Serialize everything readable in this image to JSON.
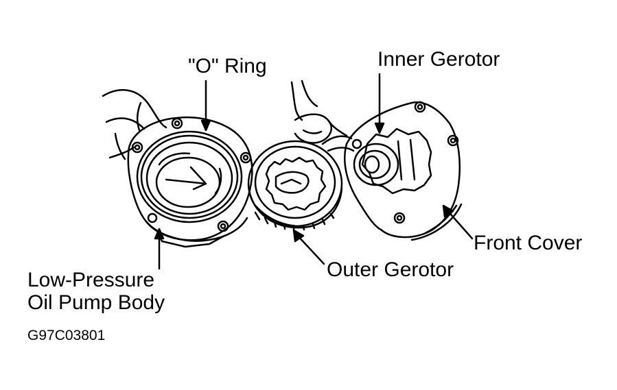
{
  "labels": {
    "o_ring": "\"O\" Ring",
    "inner_gerotor": "Inner Gerotor",
    "front_cover": "Front Cover",
    "outer_gerotor": "Outer Gerotor",
    "low_pressure_line1": "Low-Pressure",
    "low_pressure_line2": "Oil Pump Body",
    "figure_code": "G97C03801"
  },
  "colors": {
    "ink": "#000000",
    "paper": "#ffffff"
  }
}
